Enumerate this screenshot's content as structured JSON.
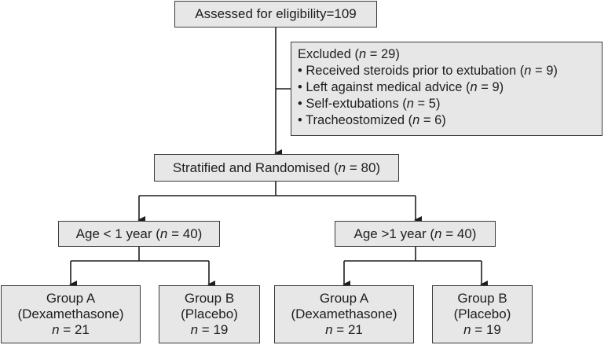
{
  "assessed": {
    "label": "Assessed for eligibility=109"
  },
  "excluded": {
    "heading_pre": "Excluded (",
    "n_symbol": "n",
    "heading_post": " = 29)",
    "items": [
      {
        "bullet": "• ",
        "text": "Received steroids prior to extubation (",
        "n": "n",
        "value": " = 9)"
      },
      {
        "bullet": "• ",
        "text": "Left against medical advice (",
        "n": "n",
        "value": " = 9)"
      },
      {
        "bullet": "• ",
        "text": "Self-extubations (",
        "n": "n",
        "value": " = 5)"
      },
      {
        "bullet": "• ",
        "text": "Tracheostomized (",
        "n": "n",
        "value": " = 6)"
      }
    ]
  },
  "randomised": {
    "text": "Stratified and Randomised (",
    "n": "n",
    "value": " = 80)"
  },
  "age_under": {
    "text": "Age < 1 year (",
    "n": "n",
    "value": " = 40)"
  },
  "age_over": {
    "text": "Age >1 year (",
    "n": "n",
    "value": " = 40)"
  },
  "groups": [
    {
      "name": "Group A",
      "drug": "(Dexamethasone)",
      "n": "n",
      "value": " = 21"
    },
    {
      "name": "Group B",
      "drug": "(Placebo)",
      "n": "n",
      "value": " = 19"
    },
    {
      "name": "Group A",
      "drug": "(Dexamethasone)",
      "n": "n",
      "value": " = 21"
    },
    {
      "name": "Group B",
      "drug": "(Placebo)",
      "n": "n",
      "value": " = 19"
    }
  ]
}
